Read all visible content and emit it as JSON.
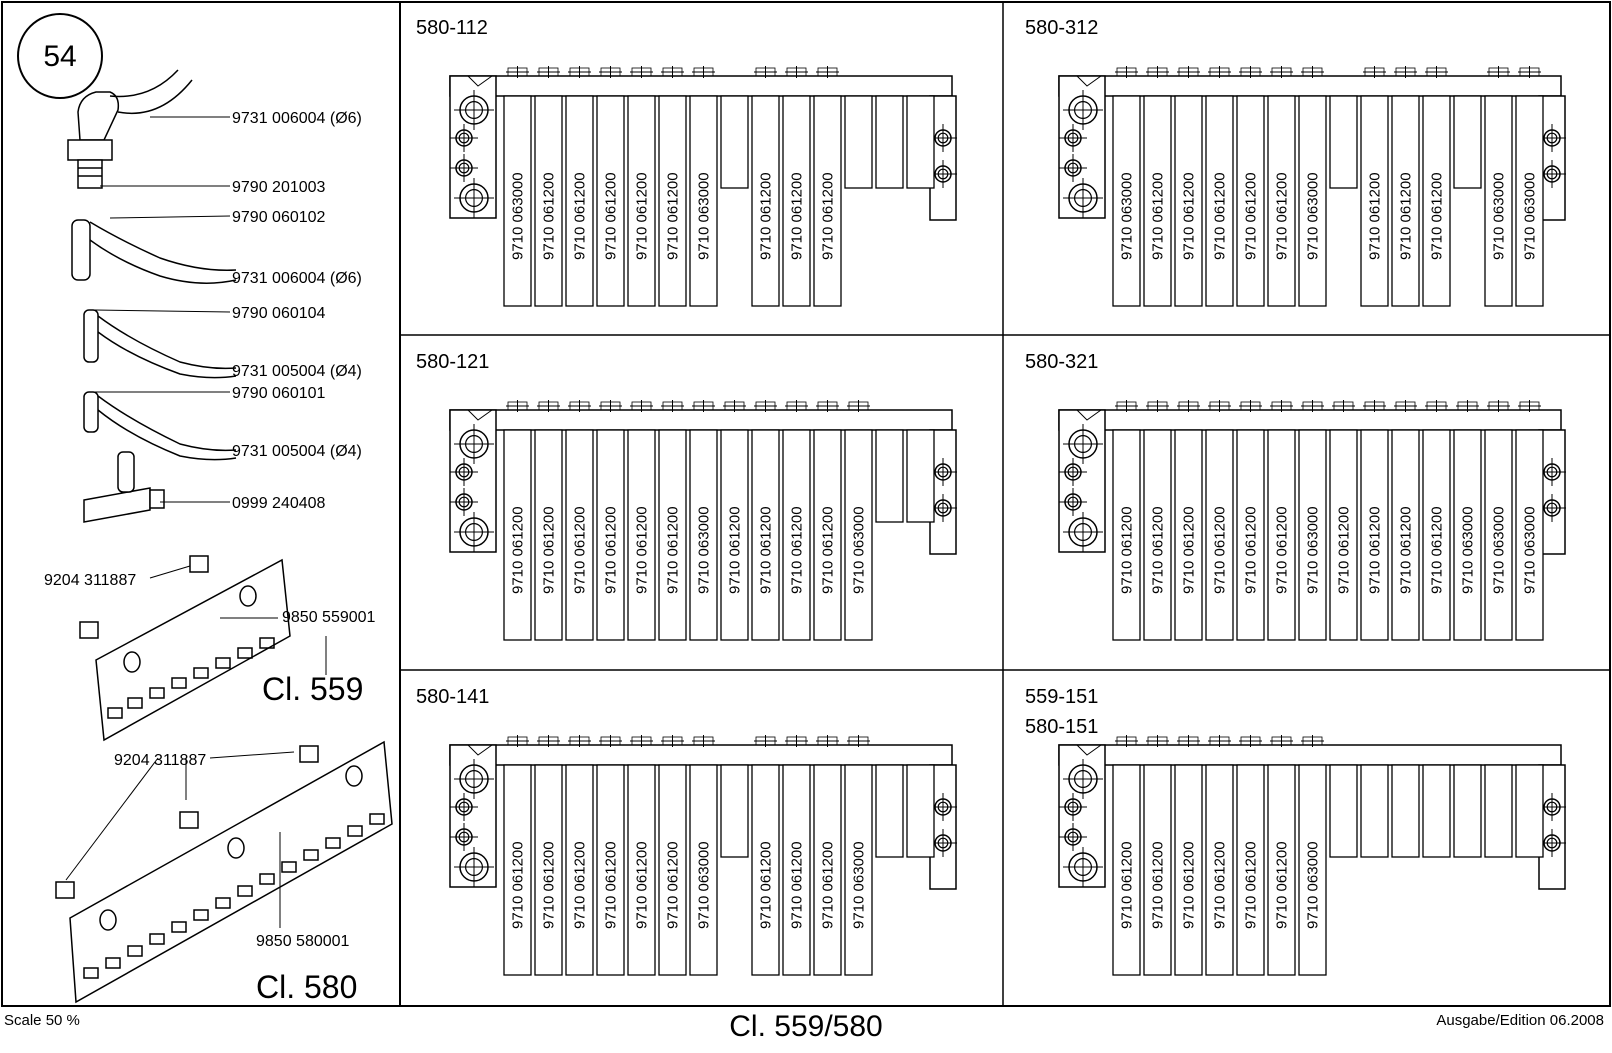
{
  "page_number": "54",
  "left_parts": [
    "9731 006004  (Ø6)",
    "9790 201003",
    "9790 060102",
    "9731 006004  (Ø6)",
    "9790 060104",
    "9731 005004  (Ø4)",
    "9790 060101",
    "9731 005004  (Ø4)",
    "0999 240408"
  ],
  "plate_559": {
    "screw": "9204 311887",
    "plate": "9850 559001",
    "label": "Cl. 559"
  },
  "plate_580": {
    "screw": "9204 311887",
    "plate": "9850 580001",
    "label": "Cl. 580"
  },
  "panels": [
    {
      "title": "580-112",
      "slots": [
        "9710 063000",
        "9710 061200",
        "9710 061200",
        "9710 061200",
        "9710 061200",
        "9710 061200",
        "9710 063000",
        "",
        "9710 061200",
        "9710 061200",
        "9710 061200",
        "",
        "",
        ""
      ]
    },
    {
      "title": "580-312",
      "slots": [
        "9710 063000",
        "9710 061200",
        "9710 061200",
        "9710 061200",
        "9710 061200",
        "9710 061200",
        "9710 063000",
        "",
        "9710 061200",
        "9710 061200",
        "9710 061200",
        "",
        "9710 063000",
        "9710 063000"
      ]
    },
    {
      "title": "580-121",
      "slots": [
        "9710 061200",
        "9710 061200",
        "9710 061200",
        "9710 061200",
        "9710 061200",
        "9710 061200",
        "9710 063000",
        "9710 061200",
        "9710 061200",
        "9710 061200",
        "9710 061200",
        "9710 063000",
        "",
        ""
      ]
    },
    {
      "title": "580-321",
      "slots": [
        "9710 061200",
        "9710 061200",
        "9710 061200",
        "9710 061200",
        "9710 061200",
        "9710 061200",
        "9710 063000",
        "9710 061200",
        "9710 061200",
        "9710 061200",
        "9710 061200",
        "9710 063000",
        "9710 063000",
        "9710 063000"
      ]
    },
    {
      "title": "580-141",
      "slots": [
        "9710 061200",
        "9710 061200",
        "9710 061200",
        "9710 061200",
        "9710 061200",
        "9710 061200",
        "9710 063000",
        "",
        "9710 061200",
        "9710 061200",
        "9710 061200",
        "9710 063000",
        "",
        ""
      ]
    },
    {
      "title": "559-151",
      "title2": "580-151",
      "slots": [
        "9710 061200",
        "9710 061200",
        "9710 061200",
        "9710 061200",
        "9710 061200",
        "9710 061200",
        "9710 063000",
        "",
        "",
        "",
        "",
        "",
        "",
        ""
      ]
    }
  ],
  "footer": {
    "scale": "Scale 50 %",
    "title": "Cl. 559/580",
    "edition": "Ausgabe/Edition 06.2008"
  }
}
